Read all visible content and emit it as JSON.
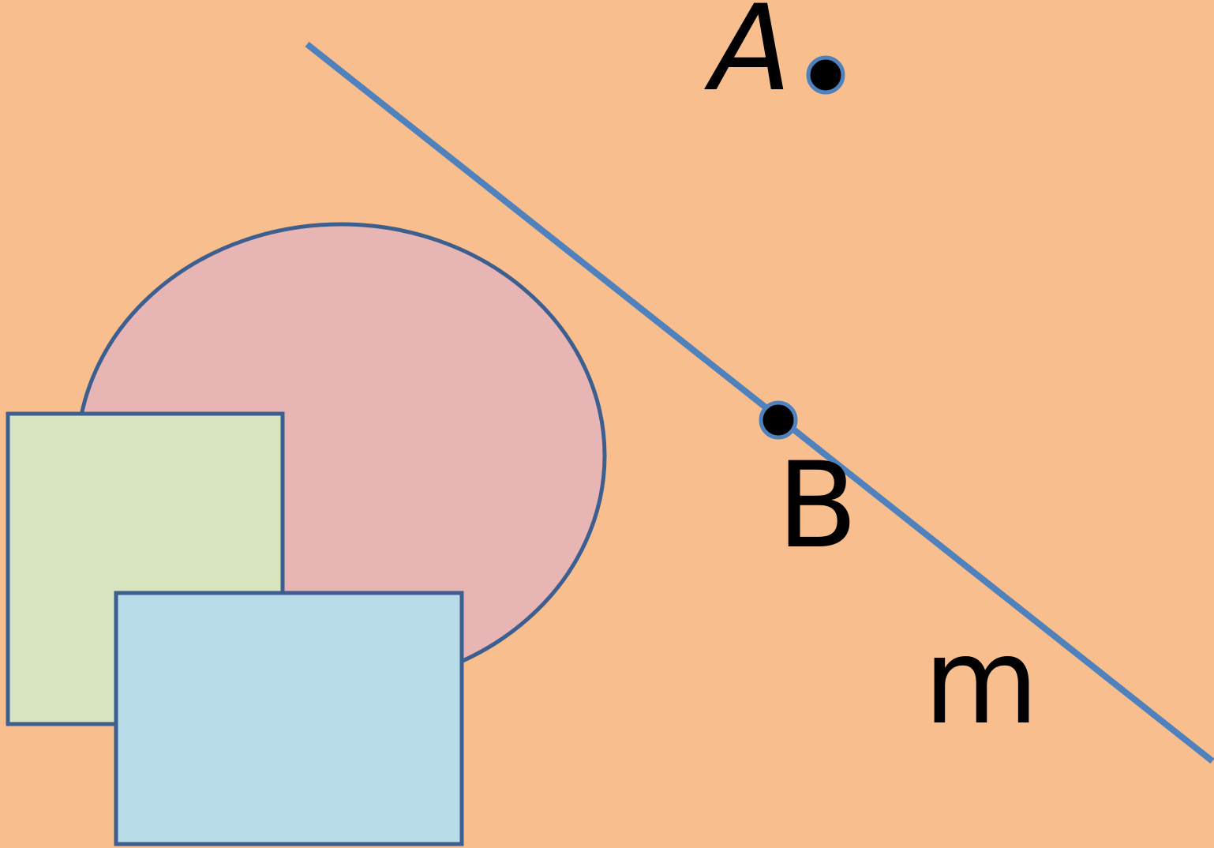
{
  "labels": {
    "point_a": "A",
    "point_b": "B",
    "line_m": "m"
  },
  "colors": {
    "background": "#f8be8e",
    "line": "#4f81bd",
    "outline": "#3d5f8f",
    "ellipse_fill": "#e6b5b4",
    "green_rect_fill": "#d7e4bd",
    "blue_rect_fill": "#b7dce8",
    "point_fill": "#000000"
  }
}
